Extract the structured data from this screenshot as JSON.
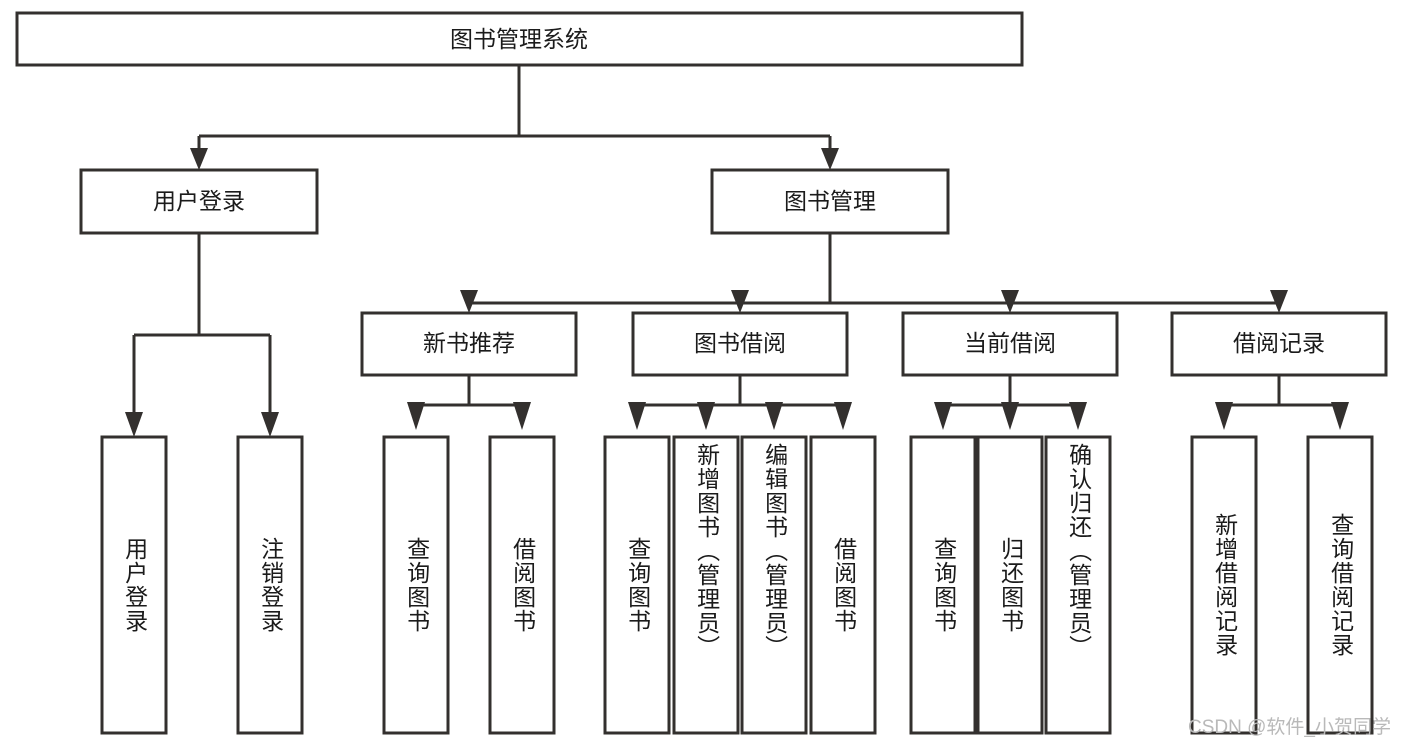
{
  "diagram": {
    "type": "tree-hierarchy",
    "title": "图书管理系统",
    "background_color": "#ffffff",
    "stroke_color": "#33302e",
    "text_color": "#1b1b1b",
    "root": {
      "id": "root",
      "label": "图书管理系统",
      "orientation": "horizontal"
    },
    "level2": [
      {
        "id": "user-login",
        "label": "用户登录",
        "orientation": "horizontal"
      },
      {
        "id": "book-management",
        "label": "图书管理",
        "orientation": "horizontal"
      }
    ],
    "level3": [
      {
        "id": "new-book-recommend",
        "label": "新书推荐",
        "orientation": "horizontal",
        "parent": "book-management"
      },
      {
        "id": "book-borrow",
        "label": "图书借阅",
        "orientation": "horizontal",
        "parent": "book-management"
      },
      {
        "id": "current-borrow",
        "label": "当前借阅",
        "orientation": "horizontal",
        "parent": "book-management"
      },
      {
        "id": "borrow-records",
        "label": "借阅记录",
        "orientation": "horizontal",
        "parent": "book-management"
      }
    ],
    "leaves": [
      {
        "id": "leaf-user-login",
        "label": "用户登录",
        "orientation": "vertical",
        "parent": "user-login"
      },
      {
        "id": "leaf-logout",
        "label": "注销登录",
        "orientation": "vertical",
        "parent": "user-login"
      },
      {
        "id": "leaf-query-books-1",
        "label": "查询图书",
        "orientation": "vertical",
        "parent": "new-book-recommend"
      },
      {
        "id": "leaf-borrow-books-1",
        "label": "借阅图书",
        "orientation": "vertical",
        "parent": "new-book-recommend"
      },
      {
        "id": "leaf-query-books-2",
        "label": "查询图书",
        "orientation": "vertical",
        "parent": "book-borrow"
      },
      {
        "id": "leaf-add-book",
        "label": "新增图书（管理员）",
        "orientation": "vertical",
        "parent": "book-borrow"
      },
      {
        "id": "leaf-edit-book",
        "label": "编辑图书（管理员）",
        "orientation": "vertical",
        "parent": "book-borrow"
      },
      {
        "id": "leaf-borrow-books-2",
        "label": "借阅图书",
        "orientation": "vertical",
        "parent": "book-borrow"
      },
      {
        "id": "leaf-query-books-3",
        "label": "查询图书",
        "orientation": "vertical",
        "parent": "current-borrow"
      },
      {
        "id": "leaf-return-book",
        "label": "归还图书",
        "orientation": "vertical",
        "parent": "current-borrow"
      },
      {
        "id": "leaf-confirm-return",
        "label": "确认归还（管理员）",
        "orientation": "vertical",
        "parent": "current-borrow"
      },
      {
        "id": "leaf-add-record",
        "label": "新增借阅记录",
        "orientation": "vertical",
        "parent": "borrow-records"
      },
      {
        "id": "leaf-query-record",
        "label": "查询借阅记录",
        "orientation": "vertical",
        "parent": "borrow-records"
      }
    ]
  },
  "watermark": {
    "text": "CSDN @软件_小贺同学"
  }
}
